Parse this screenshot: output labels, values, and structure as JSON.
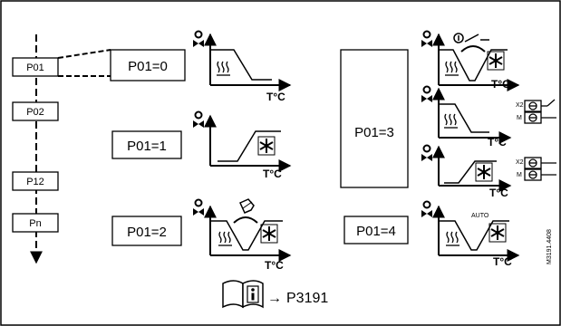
{
  "menu": {
    "items": [
      "P01",
      "P02",
      "P12",
      "Pn"
    ]
  },
  "modes": [
    {
      "label": "P01=0",
      "kind": "heating"
    },
    {
      "label": "P01=1",
      "kind": "cooling"
    },
    {
      "label": "P01=2",
      "kind": "manual-changeover"
    },
    {
      "label": "P01=3",
      "kind": "external-changeover"
    },
    {
      "label": "P01=4",
      "kind": "auto-changeover"
    }
  ],
  "axis_label": "T°C",
  "auto_label": "AUTO",
  "terminals": {
    "x2": "X2",
    "m": "M"
  },
  "reference": {
    "arrow": "→",
    "text": "P3191"
  },
  "figure_code": "M3191.4408"
}
